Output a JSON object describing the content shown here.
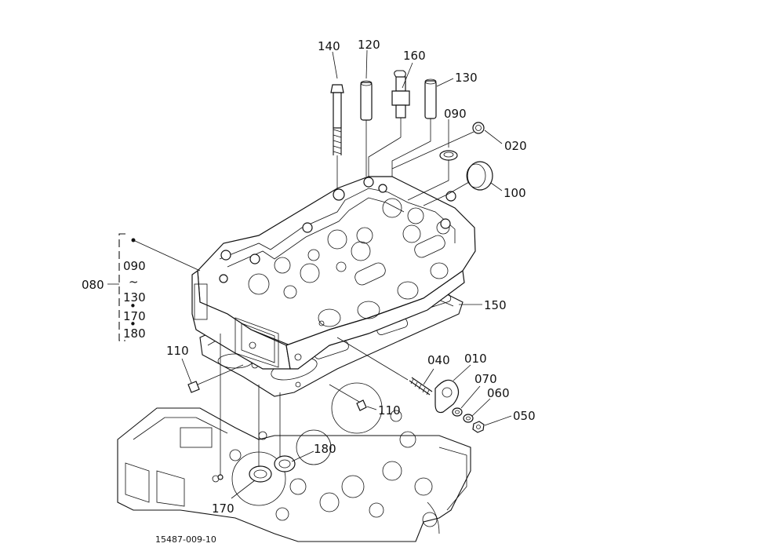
{
  "callouts": {
    "c140": "140",
    "c120": "120",
    "c160": "160",
    "c130": "130",
    "c090": "090",
    "c020": "020",
    "c100": "100",
    "c150": "150",
    "c110a": "110",
    "c110b": "110",
    "c040": "040",
    "c010": "010",
    "c070": "070",
    "c060": "060",
    "c050": "050",
    "c180": "180",
    "c170": "170"
  },
  "kit": {
    "label": "080",
    "items": [
      "090",
      "~",
      "130",
      "•",
      "170",
      "•",
      "180"
    ]
  },
  "figure_code": "15487-009-10"
}
